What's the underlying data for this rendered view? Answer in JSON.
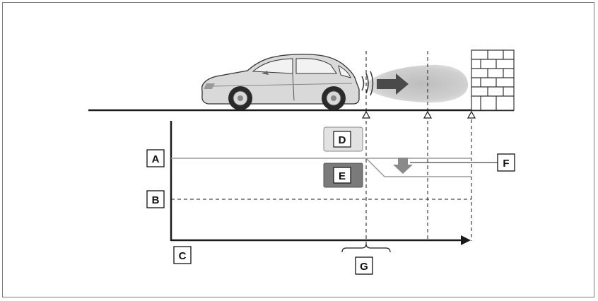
{
  "labels": {
    "a": "A",
    "b": "B",
    "c": "C",
    "d": "D",
    "e": "E",
    "f": "F",
    "g": "G"
  },
  "colors": {
    "line": "#1a1a1a",
    "gray_line": "#9a9a9a",
    "box_d_fill": "#e2e2e2",
    "box_e_fill": "#7a7a7a",
    "arrow_fill": "#8a8a8a",
    "fog": "#c8c8c8",
    "car_body": "#d9d9d9"
  },
  "icons": {
    "vehicle": "hatchback-car-icon",
    "obstacle": "brick-wall-icon",
    "sensor_wave": "sensor-wave-icon",
    "direction": "forward-arrow-icon",
    "reduction": "down-arrow-icon"
  }
}
